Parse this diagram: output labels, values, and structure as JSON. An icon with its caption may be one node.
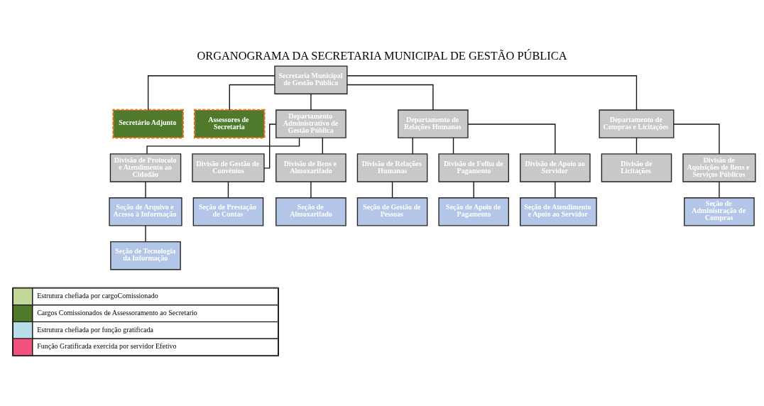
{
  "diagram": {
    "title": "ORGANOGRAMA DA SECRETARIA MUNICIPAL DE GESTÃO PÚBLICA",
    "nodes": [
      {
        "text": [
          "Secretaria Municipal de Gestão Pública"
        ]
      },
      {
        "text": [
          "Secretário Adjunto"
        ]
      },
      {
        "text": [
          "Assessores de Secretaria"
        ]
      },
      {
        "text": [
          "Departamento Administrativo de Gestão Pública"
        ]
      },
      {
        "text": [
          "Departamento de Relações Humanas"
        ]
      },
      {
        "text": [
          "Departamento de Compras e Licitações"
        ]
      },
      {
        "text": [
          "Divisão de Protocolo e Atendimento ao Cidadão"
        ]
      },
      {
        "text": [
          "Divisão de Gestão de Convênios"
        ]
      },
      {
        "text": [
          "Divisão de Bens e Almoxarifado"
        ]
      },
      {
        "text": [
          "Divisão de Relações Humanas"
        ]
      },
      {
        "text": [
          "Divisão de Folha de Pagamento"
        ]
      },
      {
        "text": [
          "Divisão de Apoio ao Servidor"
        ]
      },
      {
        "text": [
          "Divisão de Licitações"
        ]
      },
      {
        "text": [
          "Divisão de Aquisições de Bens e Serviços Públicos"
        ]
      },
      {
        "text": [
          "Seção de Arquivo e Acesso à Informação"
        ]
      },
      {
        "text": [
          "Seção de Prestação de Contas"
        ]
      },
      {
        "text": [
          "Seção de Almoxarifado"
        ]
      },
      {
        "text": [
          "Seção de Gestão de Pessoas"
        ]
      },
      {
        "text": [
          "Seção de Apoio de Pagamento"
        ]
      },
      {
        "text": [
          "Seção de Atendimento e Apoio ao Servidor"
        ]
      },
      {
        "text": [
          "Seção de Administração de Compras"
        ]
      },
      {
        "text": [
          "Seção de Tecnologia da Informação"
        ]
      }
    ],
    "edges": [
      {
        "from": 0,
        "to": 1,
        "arrow": "none"
      },
      {
        "from": 0,
        "to": 2,
        "arrow": "none"
      },
      {
        "from": 0,
        "to": 3,
        "arrow": "none"
      },
      {
        "from": 0,
        "to": 4,
        "arrow": "none"
      },
      {
        "from": 0,
        "to": 5,
        "arrow": "none"
      },
      {
        "from": 3,
        "to": 6,
        "arrow": "none"
      },
      {
        "from": 3,
        "to": 7,
        "arrow": "none"
      },
      {
        "from": 3,
        "to": 8,
        "arrow": "none"
      },
      {
        "from": 4,
        "to": 9,
        "arrow": "none"
      },
      {
        "from": 4,
        "to": 10,
        "arrow": "none"
      },
      {
        "from": 4,
        "to": 11,
        "arrow": "none"
      },
      {
        "from": 5,
        "to": 12,
        "arrow": "none"
      },
      {
        "from": 5,
        "to": 13,
        "arrow": "none"
      },
      {
        "from": 6,
        "to": 14,
        "arrow": "none"
      },
      {
        "from": 7,
        "to": 15,
        "arrow": "none"
      },
      {
        "from": 8,
        "to": 16,
        "arrow": "none"
      },
      {
        "from": 9,
        "to": 17,
        "arrow": "none"
      },
      {
        "from": 10,
        "to": 18,
        "arrow": "none"
      },
      {
        "from": 11,
        "to": 19,
        "arrow": "none"
      },
      {
        "from": 13,
        "to": 20,
        "arrow": "none"
      },
      {
        "from": 14,
        "to": 21,
        "arrow": "none"
      }
    ],
    "legend": [
      {
        "text": "Estrutura chefiada por cargoComissionado",
        "color": "#c4d79b"
      },
      {
        "text": "Cargos Comissionados de Assessoramento ao Secretario",
        "color": "#4f7a2c"
      },
      {
        "text": "Estrutura chefiada por função gratificada",
        "color": "#b7dde8"
      },
      {
        "text": "Função Gratificada exercida por servidor Efetivo",
        "color": "#f4517f"
      }
    ]
  }
}
